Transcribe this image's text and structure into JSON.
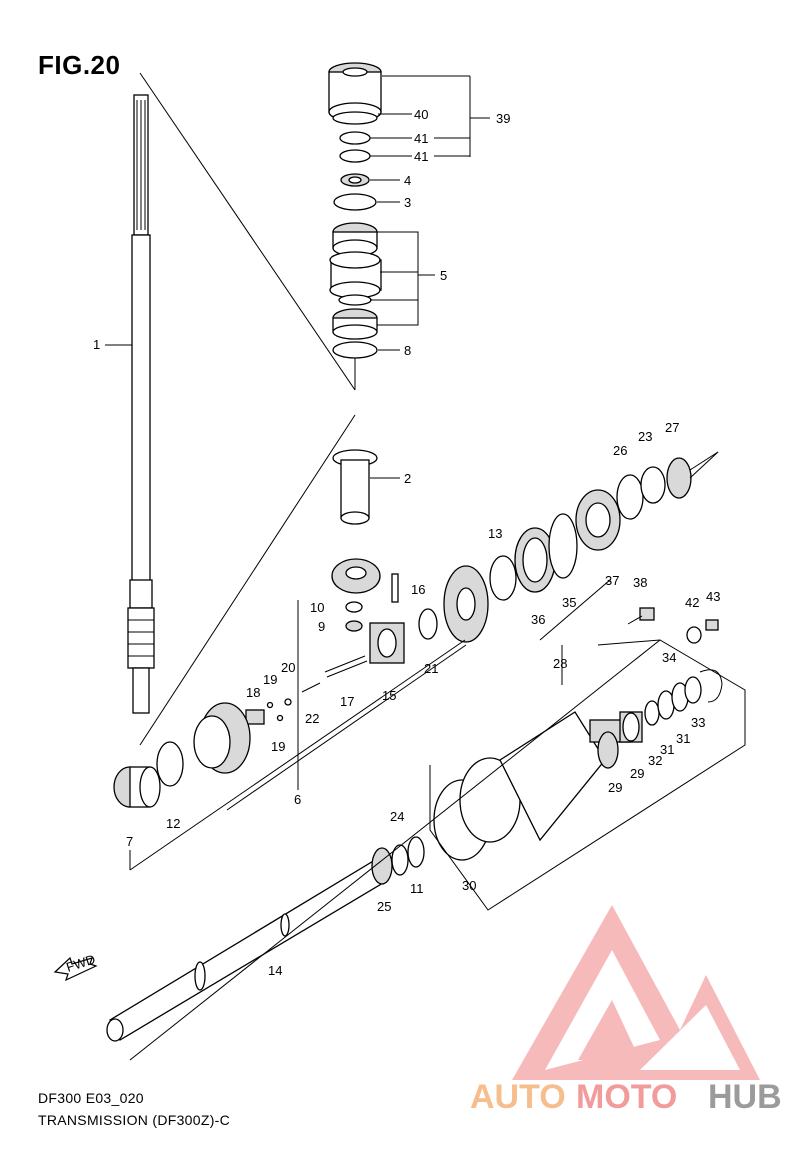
{
  "figure": {
    "title": "FIG.20",
    "code": "DF300 E03_020",
    "caption": "TRANSMISSION (DF300Z)-C"
  },
  "fwd_label": "FWD",
  "watermark": {
    "parts": [
      "AUTO",
      "MOTO",
      "HUB"
    ],
    "colors": {
      "auto": "#f5b37a",
      "moto": "#f08a8a",
      "hub": "#8a8a8a",
      "logo": "#f26b6b"
    }
  },
  "callouts": {
    "n1": "1",
    "n2": "2",
    "n3": "3",
    "n4": "4",
    "n5": "5",
    "n6": "6",
    "n7": "7",
    "n8": "8",
    "n9": "9",
    "n10": "10",
    "n11": "11",
    "n12": "12",
    "n13": "13",
    "n14": "14",
    "n15": "15",
    "n16": "16",
    "n17": "17",
    "n18": "18",
    "n19a": "19",
    "n19b": "19",
    "n20": "20",
    "n21": "21",
    "n22": "22",
    "n23": "23",
    "n24": "24",
    "n25": "25",
    "n26": "26",
    "n27": "27",
    "n28": "28",
    "n29a": "29",
    "n29b": "29",
    "n30": "30",
    "n31a": "31",
    "n31b": "31",
    "n32": "32",
    "n33": "33",
    "n34": "34",
    "n35": "35",
    "n36": "36",
    "n37": "37",
    "n38": "38",
    "n39": "39",
    "n40": "40",
    "n41a": "41",
    "n41b": "41",
    "n42": "42",
    "n43": "43"
  }
}
